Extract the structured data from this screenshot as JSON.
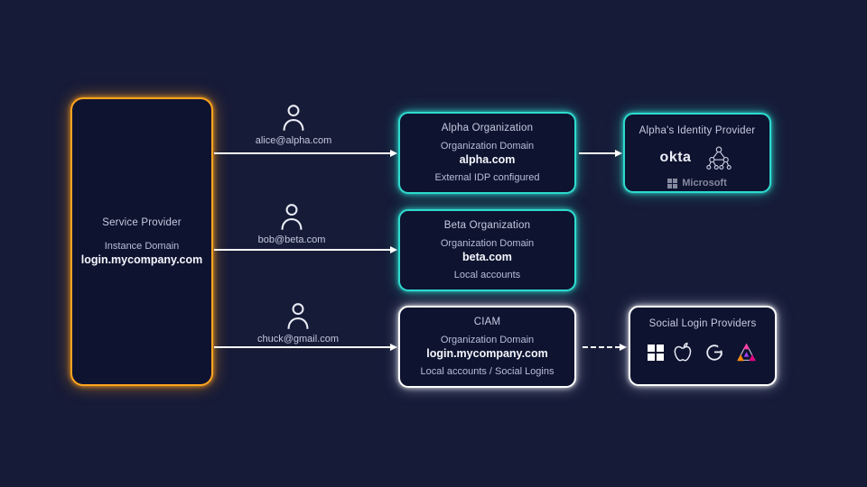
{
  "diagram": {
    "service_provider": {
      "title": "Service Provider",
      "domain_label": "Instance Domain",
      "domain": "login.mycompany.com"
    },
    "users": [
      {
        "email": "alice@alpha.com"
      },
      {
        "email": "bob@beta.com"
      },
      {
        "email": "chuck@gmail.com"
      }
    ],
    "organizations": [
      {
        "title": "Alpha Organization",
        "domain_label": "Organization Domain",
        "domain": "alpha.com",
        "note": "External IDP configured",
        "border_color": "#2edbce"
      },
      {
        "title": "Beta Organization",
        "domain_label": "Organization Domain",
        "domain": "beta.com",
        "note": "Local accounts",
        "border_color": "#2edbce"
      },
      {
        "title": "CIAM",
        "domain_label": "Organization Domain",
        "domain": "login.mycompany.com",
        "note": "Local accounts / Social Logins",
        "border_color": "#ffffff"
      }
    ],
    "identity_provider": {
      "title": "Alpha's Identity Provider",
      "okta_label": "okta",
      "microsoft_label": "Microsoft",
      "icons": [
        "okta-wordmark",
        "directory-tree-icon",
        "microsoft-logo"
      ]
    },
    "social_providers": {
      "title": "Social  Login Providers",
      "icons": [
        "windows-icon",
        "apple-icon",
        "google-icon",
        "triangle-logo-icon"
      ]
    },
    "colors": {
      "background": "#161b38",
      "node_fill": "#0e1330",
      "teal_border": "#2edbce",
      "orange_border": "#ffa41e",
      "white_border": "#ffffff",
      "text": "#c7cbdf"
    }
  }
}
